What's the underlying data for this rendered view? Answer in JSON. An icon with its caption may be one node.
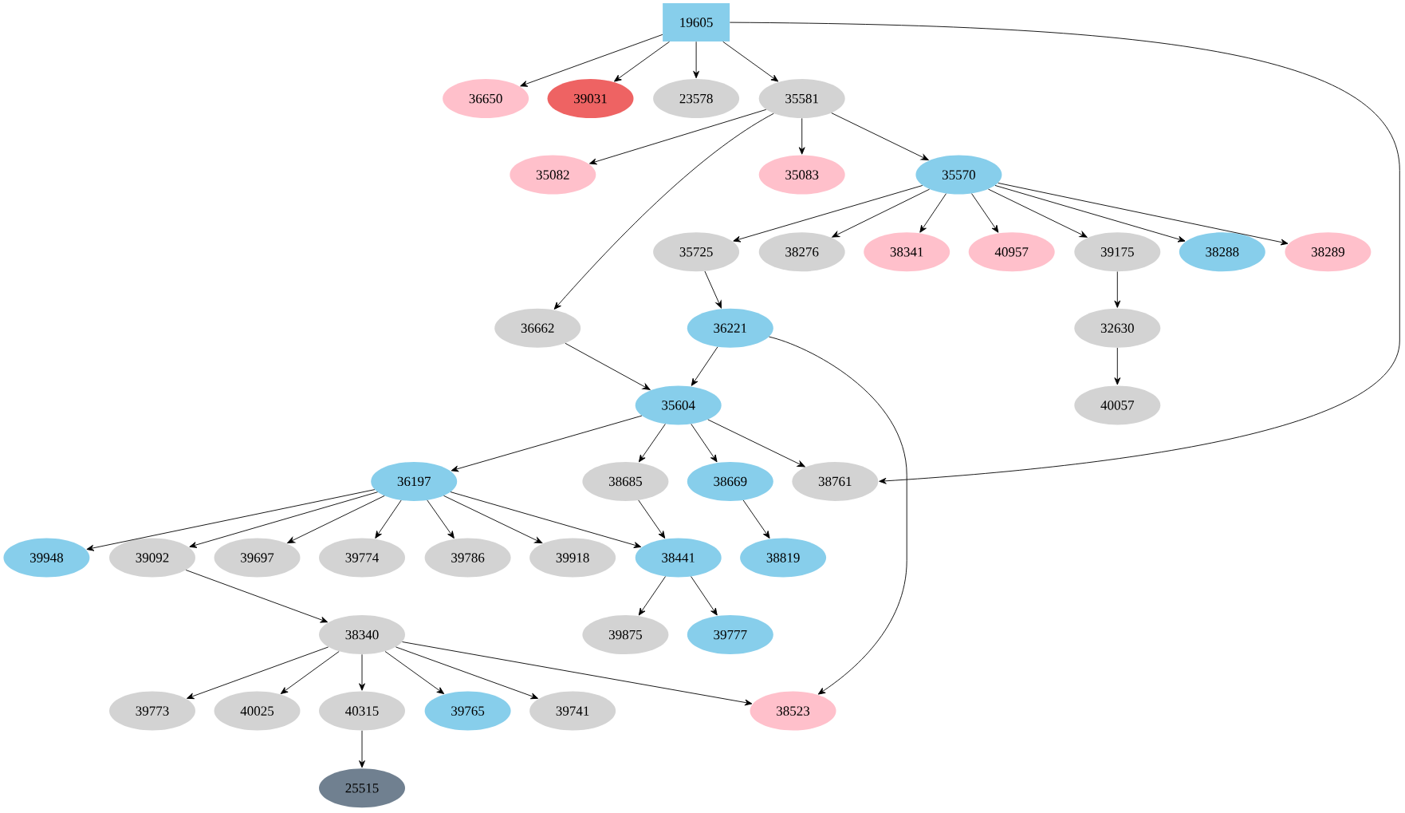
{
  "diagram": {
    "nodes": [
      {
        "text": [
          "19605"
        ]
      },
      {
        "text": [
          "36650"
        ]
      },
      {
        "text": [
          "39031"
        ]
      },
      {
        "text": [
          "23578"
        ]
      },
      {
        "text": [
          "35581"
        ]
      },
      {
        "text": [
          "35082"
        ]
      },
      {
        "text": [
          "35083"
        ]
      },
      {
        "text": [
          "35570"
        ]
      },
      {
        "text": [
          "35725"
        ]
      },
      {
        "text": [
          "38276"
        ]
      },
      {
        "text": [
          "38341"
        ]
      },
      {
        "text": [
          "40957"
        ]
      },
      {
        "text": [
          "39175"
        ]
      },
      {
        "text": [
          "38288"
        ]
      },
      {
        "text": [
          "38289"
        ]
      },
      {
        "text": [
          "36662"
        ]
      },
      {
        "text": [
          "36221"
        ]
      },
      {
        "text": [
          "32630"
        ]
      },
      {
        "text": [
          "35604"
        ]
      },
      {
        "text": [
          "40057"
        ]
      },
      {
        "text": [
          "36197"
        ]
      },
      {
        "text": [
          "38685"
        ]
      },
      {
        "text": [
          "38669"
        ]
      },
      {
        "text": [
          "38761"
        ]
      },
      {
        "text": [
          "39948"
        ]
      },
      {
        "text": [
          "39092"
        ]
      },
      {
        "text": [
          "39697"
        ]
      },
      {
        "text": [
          "39774"
        ]
      },
      {
        "text": [
          "39786"
        ]
      },
      {
        "text": [
          "39918"
        ]
      },
      {
        "text": [
          "38441"
        ]
      },
      {
        "text": [
          "38819"
        ]
      },
      {
        "text": [
          "38340"
        ]
      },
      {
        "text": [
          "39875"
        ]
      },
      {
        "text": [
          "39777"
        ]
      },
      {
        "text": [
          "39773"
        ]
      },
      {
        "text": [
          "40025"
        ]
      },
      {
        "text": [
          "40315"
        ]
      },
      {
        "text": [
          "39765"
        ]
      },
      {
        "text": [
          "39741"
        ]
      },
      {
        "text": [
          "38523"
        ]
      },
      {
        "text": [
          "25515"
        ]
      }
    ],
    "edges": [
      {
        "from": 0,
        "to": 1,
        "arrow": "to"
      },
      {
        "from": 0,
        "to": 2,
        "arrow": "to"
      },
      {
        "from": 0,
        "to": 3,
        "arrow": "to"
      },
      {
        "from": 0,
        "to": 4,
        "arrow": "to"
      },
      {
        "from": 0,
        "to": 23,
        "arrow": "to"
      },
      {
        "from": 4,
        "to": 5,
        "arrow": "to"
      },
      {
        "from": 4,
        "to": 6,
        "arrow": "to"
      },
      {
        "from": 4,
        "to": 7,
        "arrow": "to"
      },
      {
        "from": 4,
        "to": 15,
        "arrow": "to"
      },
      {
        "from": 7,
        "to": 8,
        "arrow": "to"
      },
      {
        "from": 7,
        "to": 9,
        "arrow": "to"
      },
      {
        "from": 7,
        "to": 10,
        "arrow": "to"
      },
      {
        "from": 7,
        "to": 11,
        "arrow": "to"
      },
      {
        "from": 7,
        "to": 12,
        "arrow": "to"
      },
      {
        "from": 7,
        "to": 13,
        "arrow": "to"
      },
      {
        "from": 7,
        "to": 14,
        "arrow": "to"
      },
      {
        "from": 8,
        "to": 16,
        "arrow": "to"
      },
      {
        "from": 12,
        "to": 17,
        "arrow": "to"
      },
      {
        "from": 17,
        "to": 19,
        "arrow": "to"
      },
      {
        "from": 15,
        "to": 18,
        "arrow": "to"
      },
      {
        "from": 16,
        "to": 18,
        "arrow": "to"
      },
      {
        "from": 16,
        "to": 40,
        "arrow": "to"
      },
      {
        "from": 18,
        "to": 20,
        "arrow": "to"
      },
      {
        "from": 18,
        "to": 21,
        "arrow": "to"
      },
      {
        "from": 18,
        "to": 22,
        "arrow": "to"
      },
      {
        "from": 18,
        "to": 23,
        "arrow": "to"
      },
      {
        "from": 20,
        "to": 24,
        "arrow": "to"
      },
      {
        "from": 20,
        "to": 25,
        "arrow": "to"
      },
      {
        "from": 20,
        "to": 26,
        "arrow": "to"
      },
      {
        "from": 20,
        "to": 27,
        "arrow": "to"
      },
      {
        "from": 20,
        "to": 28,
        "arrow": "to"
      },
      {
        "from": 20,
        "to": 29,
        "arrow": "to"
      },
      {
        "from": 20,
        "to": 30,
        "arrow": "to"
      },
      {
        "from": 21,
        "to": 30,
        "arrow": "to"
      },
      {
        "from": 22,
        "to": 31,
        "arrow": "to"
      },
      {
        "from": 25,
        "to": 32,
        "arrow": "to"
      },
      {
        "from": 30,
        "to": 33,
        "arrow": "to"
      },
      {
        "from": 30,
        "to": 34,
        "arrow": "to"
      },
      {
        "from": 32,
        "to": 35,
        "arrow": "to"
      },
      {
        "from": 32,
        "to": 36,
        "arrow": "to"
      },
      {
        "from": 32,
        "to": 37,
        "arrow": "to"
      },
      {
        "from": 32,
        "to": 38,
        "arrow": "to"
      },
      {
        "from": 32,
        "to": 39,
        "arrow": "to"
      },
      {
        "from": 32,
        "to": 40,
        "arrow": "to"
      },
      {
        "from": 37,
        "to": 41,
        "arrow": "to"
      }
    ]
  }
}
